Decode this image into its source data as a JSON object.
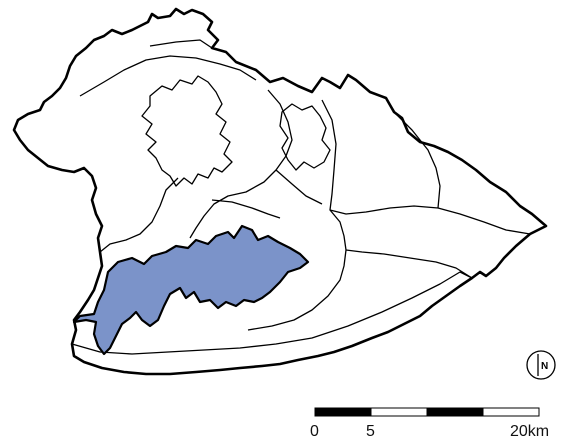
{
  "map": {
    "highlight_color": "#7b93c9",
    "outline_color": "#000000",
    "background_color": "#ffffff"
  },
  "north_arrow": {
    "letter": "N",
    "icon": "north-arrow-icon"
  },
  "scale_bar": {
    "labels": [
      "0",
      "5",
      "20km"
    ],
    "segment_colors": [
      "#000000",
      "#ffffff",
      "#000000",
      "#ffffff"
    ]
  }
}
